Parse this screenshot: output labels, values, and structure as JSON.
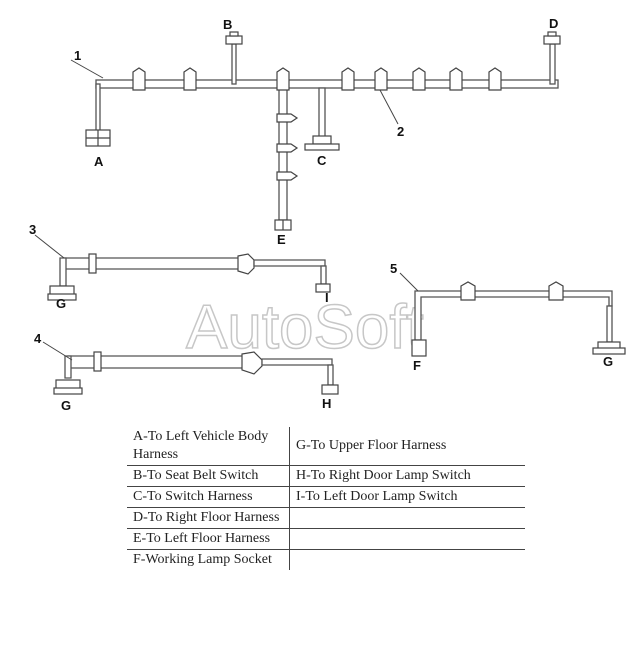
{
  "callouts": {
    "n1": "1",
    "n2": "2",
    "n3": "3",
    "n4": "4",
    "n5": "5",
    "A": "A",
    "B": "B",
    "C": "C",
    "D": "D",
    "E": "E",
    "F": "F",
    "G1": "G",
    "G2": "G",
    "G3": "G",
    "H": "H",
    "I": "I"
  },
  "watermark": "AutoSoft",
  "legend": {
    "rows": [
      {
        "left": "A-To Left Vehicle Body Harness",
        "right": "G-To Upper Floor Harness"
      },
      {
        "left": "B-To Seat Belt Switch",
        "right": "H-To Right Door Lamp Switch"
      },
      {
        "left": "C-To Switch Harness",
        "right": "I-To Left Door Lamp Switch"
      },
      {
        "left": "D-To Right Floor Harness",
        "right": ""
      },
      {
        "left": "E-To Left Floor Harness",
        "right": ""
      },
      {
        "left": "F-Working Lamp Socket",
        "right": ""
      }
    ]
  }
}
